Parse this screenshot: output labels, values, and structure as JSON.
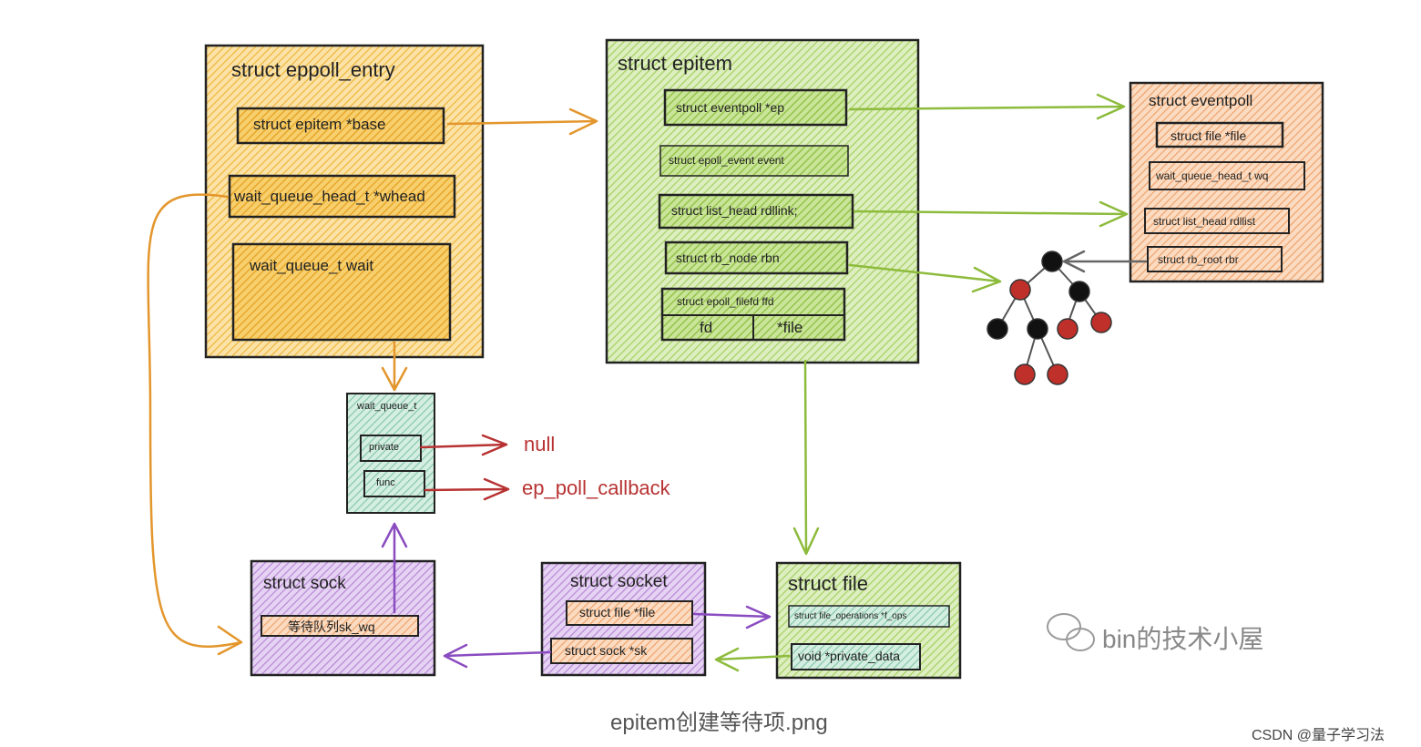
{
  "epoll_entry": {
    "title": "struct eppoll_entry",
    "base": "struct epitem *base",
    "whead": "wait_queue_head_t *whead",
    "wait": "wait_queue_t wait"
  },
  "epitem": {
    "title": "struct epitem",
    "ep": "struct eventpoll *ep",
    "event": "struct epoll_event event",
    "rdllink": "struct list_head rdllink;",
    "rbn": "struct rb_node rbn",
    "ffd": "struct epoll_filefd ffd",
    "fd": "fd",
    "file": "*file"
  },
  "eventpoll": {
    "title": "struct eventpoll",
    "file": "struct file *file",
    "wq": "wait_queue_head_t wq",
    "rdllist": "struct list_head rdllist",
    "rbr": "struct rb_root rbr"
  },
  "wait_queue_t": {
    "title": "wait_queue_t",
    "private": "private",
    "func": "func",
    "private_target": "null",
    "func_target": "ep_poll_callback"
  },
  "sock": {
    "title": "struct sock",
    "sk_wq": "等待队列sk_wq"
  },
  "socket": {
    "title": "struct socket",
    "file": "struct file *file",
    "sk": "struct sock *sk"
  },
  "file": {
    "title": "struct file",
    "f_ops": "struct file_operations *f_ops",
    "private_data": "void *private_data"
  },
  "watermark": "bin的技术小屋",
  "caption": "epitem创建等待项.png",
  "credit": "CSDN @量子学习法",
  "colors": {
    "orange": "#f5c254",
    "green": "#b6d97a",
    "peach": "#f3b588",
    "teal": "#a9d7c2",
    "purple": "#c7a2e0",
    "arrow_orange": "#e3962c",
    "arrow_green": "#8dbb3c",
    "arrow_red": "#b83232",
    "arrow_purple": "#8a4cc0",
    "arrow_gray": "#666666"
  },
  "rb_tree": {
    "nodes": [
      {
        "color": "black"
      },
      {
        "color": "red"
      },
      {
        "color": "black"
      },
      {
        "color": "black"
      },
      {
        "color": "black"
      },
      {
        "color": "red"
      },
      {
        "color": "red"
      },
      {
        "color": "red"
      },
      {
        "color": "red"
      }
    ]
  }
}
